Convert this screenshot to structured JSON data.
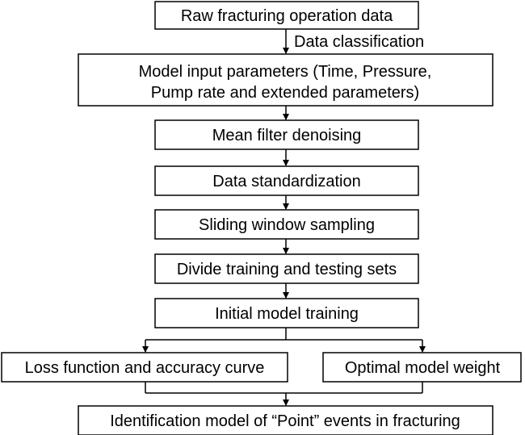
{
  "diagram": {
    "nodes": {
      "raw_data": [
        "Raw fracturing operation data"
      ],
      "model_input": [
        "Model input parameters (Time, Pressure,",
        "Pump rate and extended parameters)"
      ],
      "mean_filter": [
        "Mean filter denoising"
      ],
      "standardization": [
        "Data standardization"
      ],
      "sliding_window": [
        "Sliding window sampling"
      ],
      "divide_sets": [
        "Divide training and testing sets"
      ],
      "initial_training": [
        "Initial model training"
      ],
      "loss_curve": [
        "Loss function and accuracy curve"
      ],
      "optimal_weight": [
        "Optimal model weight"
      ],
      "identification_model": [
        "Identification model of “Point” events in fracturing"
      ]
    },
    "edge_labels": {
      "classification": "Data classification"
    }
  }
}
